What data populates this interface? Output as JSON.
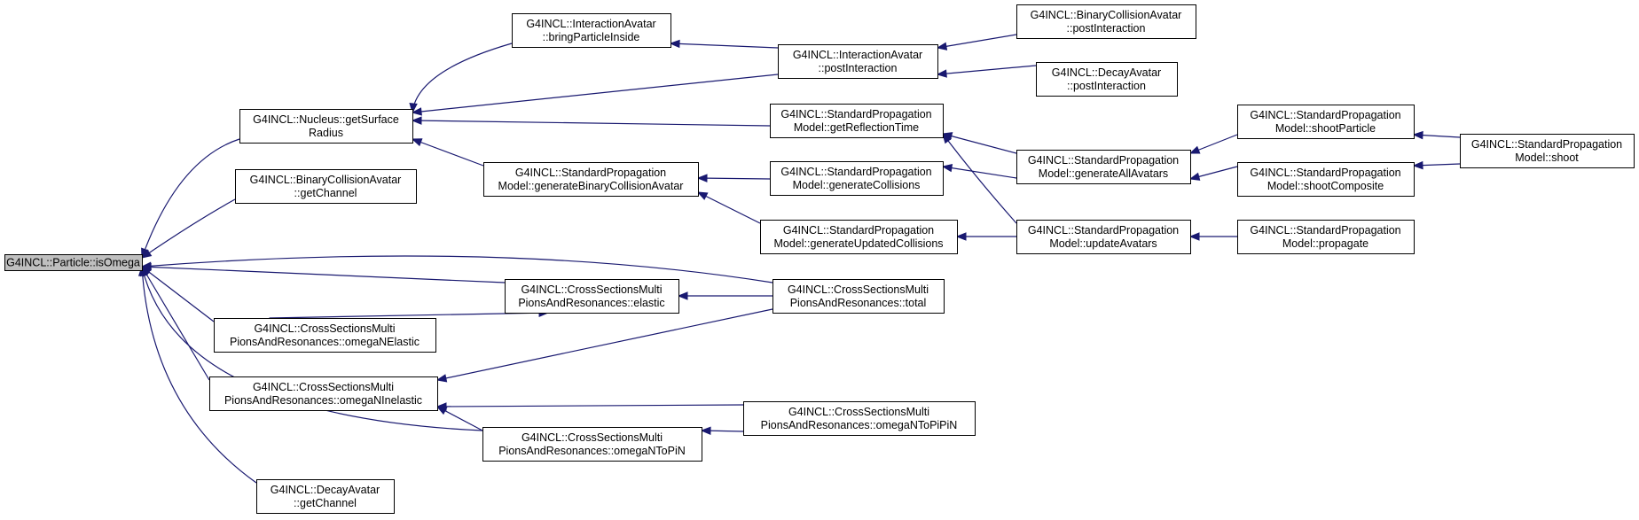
{
  "graph": {
    "title": "",
    "edge_color": "#191970",
    "root_fill": "#bfbfbf",
    "nodes": [
      {
        "id": "isOmega",
        "lines": [
          "G4INCL::Particle::isOmega"
        ],
        "root": true
      },
      {
        "id": "nucSurf",
        "lines": [
          "G4INCL::Nucleus::getSurface",
          "Radius"
        ]
      },
      {
        "id": "bcaChan",
        "lines": [
          "G4INCL::BinaryCollisionAvatar",
          "::getChannel"
        ]
      },
      {
        "id": "csElastic",
        "lines": [
          "G4INCL::CrossSectionsMulti",
          "PionsAndResonances::elastic"
        ]
      },
      {
        "id": "csOmegaNE",
        "lines": [
          "G4INCL::CrossSectionsMulti",
          "PionsAndResonances::omegaNElastic"
        ]
      },
      {
        "id": "csOmegaNI",
        "lines": [
          "G4INCL::CrossSectionsMulti",
          "PionsAndResonances::omegaNInelastic"
        ]
      },
      {
        "id": "csOmegaNToPiN",
        "lines": [
          "G4INCL::CrossSectionsMulti",
          "PionsAndResonances::omegaNToPiN"
        ]
      },
      {
        "id": "daChan",
        "lines": [
          "G4INCL::DecayAvatar",
          "::getChannel"
        ]
      },
      {
        "id": "iaBring",
        "lines": [
          "G4INCL::InteractionAvatar",
          "::bringParticleInside"
        ]
      },
      {
        "id": "iaPost",
        "lines": [
          "G4INCL::InteractionAvatar",
          "::postInteraction"
        ]
      },
      {
        "id": "spGetRefl",
        "lines": [
          "G4INCL::StandardPropagation",
          "Model::getReflectionTime"
        ]
      },
      {
        "id": "spGenBCA",
        "lines": [
          "G4INCL::StandardPropagation",
          "Model::generateBinaryCollisionAvatar"
        ]
      },
      {
        "id": "csTotal",
        "lines": [
          "G4INCL::CrossSectionsMulti",
          "PionsAndResonances::total"
        ]
      },
      {
        "id": "csOmegaNToPiPiN",
        "lines": [
          "G4INCL::CrossSectionsMulti",
          "PionsAndResonances::omegaNToPiPiN"
        ]
      },
      {
        "id": "bcaPost",
        "lines": [
          "G4INCL::BinaryCollisionAvatar",
          "::postInteraction"
        ]
      },
      {
        "id": "daPost",
        "lines": [
          "G4INCL::DecayAvatar",
          "::postInteraction"
        ]
      },
      {
        "id": "spGenColl",
        "lines": [
          "G4INCL::StandardPropagation",
          "Model::generateCollisions"
        ]
      },
      {
        "id": "spGenUpd",
        "lines": [
          "G4INCL::StandardPropagation",
          "Model::generateUpdatedCollisions"
        ]
      },
      {
        "id": "spGenAll",
        "lines": [
          "G4INCL::StandardPropagation",
          "Model::generateAllAvatars"
        ]
      },
      {
        "id": "spUpdAv",
        "lines": [
          "G4INCL::StandardPropagation",
          "Model::updateAvatars"
        ]
      },
      {
        "id": "spShootP",
        "lines": [
          "G4INCL::StandardPropagation",
          "Model::shootParticle"
        ]
      },
      {
        "id": "spShootC",
        "lines": [
          "G4INCL::StandardPropagation",
          "Model::shootComposite"
        ]
      },
      {
        "id": "spProp",
        "lines": [
          "G4INCL::StandardPropagation",
          "Model::propagate"
        ]
      },
      {
        "id": "spShoot",
        "lines": [
          "G4INCL::StandardPropagation",
          "Model::shoot"
        ]
      }
    ],
    "edges": [
      {
        "from": "nucSurf",
        "to": "isOmega"
      },
      {
        "from": "bcaChan",
        "to": "isOmega"
      },
      {
        "from": "csElastic",
        "to": "isOmega"
      },
      {
        "from": "csOmegaNE",
        "to": "isOmega"
      },
      {
        "from": "csOmegaNI",
        "to": "isOmega"
      },
      {
        "from": "csOmegaNToPiN",
        "to": "isOmega"
      },
      {
        "from": "daChan",
        "to": "isOmega"
      },
      {
        "from": "csTotal",
        "to": "isOmega"
      },
      {
        "from": "iaBring",
        "to": "nucSurf"
      },
      {
        "from": "iaPost",
        "to": "nucSurf"
      },
      {
        "from": "spGetRefl",
        "to": "nucSurf"
      },
      {
        "from": "spGenBCA",
        "to": "nucSurf"
      },
      {
        "from": "iaPost",
        "to": "iaBring"
      },
      {
        "from": "bcaPost",
        "to": "iaPost"
      },
      {
        "from": "daPost",
        "to": "iaPost"
      },
      {
        "from": "spGenAll",
        "to": "spGetRefl"
      },
      {
        "from": "spUpdAv",
        "to": "spGetRefl"
      },
      {
        "from": "spGenColl",
        "to": "spGenBCA"
      },
      {
        "from": "spGenUpd",
        "to": "spGenBCA"
      },
      {
        "from": "spGenAll",
        "to": "spGenColl"
      },
      {
        "from": "spUpdAv",
        "to": "spGenUpd"
      },
      {
        "from": "spShootP",
        "to": "spGenAll"
      },
      {
        "from": "spShootC",
        "to": "spGenAll"
      },
      {
        "from": "spProp",
        "to": "spUpdAv"
      },
      {
        "from": "spShoot",
        "to": "spShootP"
      },
      {
        "from": "spShoot",
        "to": "spShootC"
      },
      {
        "from": "csTotal",
        "to": "csElastic"
      },
      {
        "from": "csTotal",
        "to": "csOmegaNI"
      },
      {
        "from": "csOmegaNToPiN",
        "to": "csOmegaNI"
      },
      {
        "from": "csOmegaNToPiPiN",
        "to": "csOmegaNI"
      },
      {
        "from": "csOmegaNE",
        "to": "csElastic"
      },
      {
        "from": "csOmegaNToPiPiN",
        "to": "csOmegaNToPiN"
      }
    ]
  }
}
